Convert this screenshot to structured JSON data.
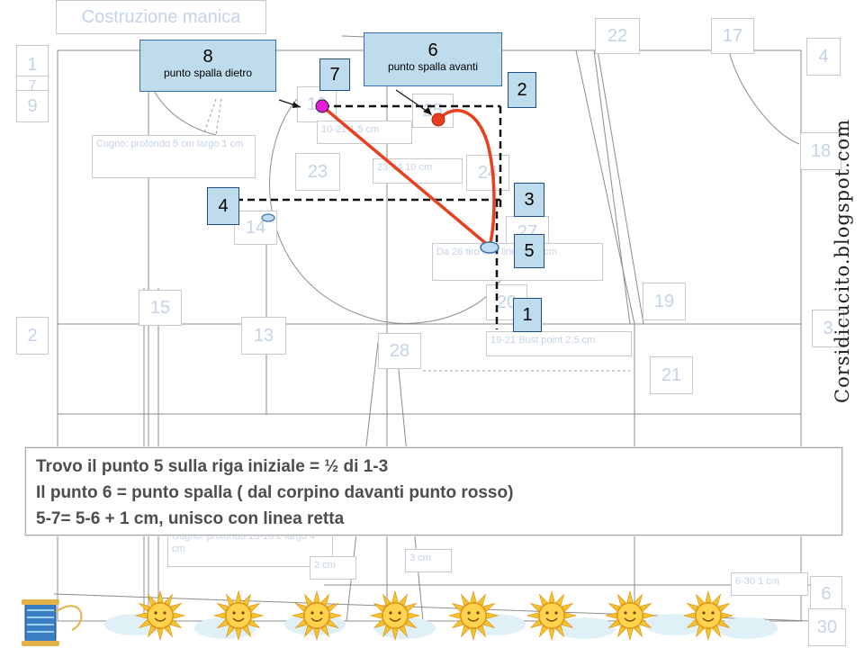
{
  "title": "Costruzione manica",
  "blog_name": "Corsidicucito.blogspot.com",
  "callouts": {
    "p8": {
      "num": "8",
      "label": "punto spalla dietro"
    },
    "p6": {
      "num": "6",
      "label": "punto spalla avanti"
    }
  },
  "markers": {
    "m7": "7",
    "m2": "2",
    "m4": "4",
    "m3": "3",
    "m5": "5",
    "m1": "1"
  },
  "bg_numbers": {
    "n1": "1",
    "n7a": "7",
    "n9": "9",
    "n4": "4",
    "n22": "22",
    "n17": "17",
    "n18": "18",
    "n23": "23",
    "n14": "14",
    "n15": "15",
    "n2": "2",
    "n13": "13",
    "n28": "28",
    "n19": "19",
    "n3": "3",
    "n21": "21",
    "n6": "6",
    "n30": "30",
    "n10": "10",
    "n25": "25",
    "n24": "24",
    "n27": "27",
    "n20": "20"
  },
  "bg_notes": {
    "cugno1": "Cugno: profondo 5 cm largo 1 cm",
    "note_10": "10-21 1,5 cm",
    "note_23": "23-24 10 cm",
    "note_26": "Da 26 tiro una linea di 5 cm",
    "note_bust": "19-21 Bust point 2,5 cm",
    "cugno2": "Cugno: profondo 13-16 e largo 4 cm",
    "note_2cm": "2 cm",
    "note_3cm": "3 cm",
    "note_630": "6-30 1 cm"
  },
  "instructions": [
    "Trovo il punto 5 sulla riga iniziale = ½ di 1-3",
    "Il punto 6 = punto spalla ( dal corpino davanti punto rosso)",
    "5-7= 5-6 + 1 cm, unisco con linea retta"
  ],
  "colors": {
    "curve": "#e8401c",
    "magenta_dot": "#e51cd8",
    "callout_bg": "#bfdcec",
    "faint_text": "#c4d3e6"
  },
  "decor": {
    "suns": 8,
    "left_icon": "thread-spool-icon"
  }
}
